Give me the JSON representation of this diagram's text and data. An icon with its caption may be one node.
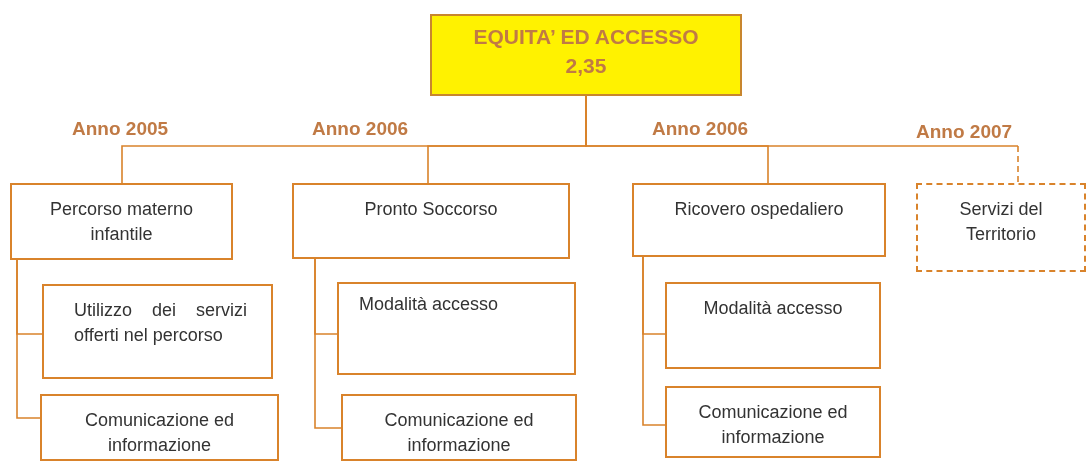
{
  "diagram": {
    "nodes": [
      {
        "text": [
          "EQUITA’ ED ACCESSO",
          "2,35"
        ]
      },
      {
        "text": [
          "Percorso materno infantile"
        ]
      },
      {
        "text": [
          "Pronto Soccorso"
        ]
      },
      {
        "text": [
          "Ricovero ospedaliero"
        ]
      },
      {
        "text": [
          "Servizi del Territorio"
        ]
      },
      {
        "text": [
          "Utilizzo dei servizi offerti nel percorso"
        ]
      },
      {
        "text": [
          "Comunicazione ed informazione"
        ]
      },
      {
        "text": [
          "Modalità accesso"
        ]
      },
      {
        "text": [
          "Comunicazione ed informazione"
        ]
      },
      {
        "text": [
          "Modalità accesso"
        ]
      },
      {
        "text": [
          "Comunicazione ed informazione"
        ]
      }
    ],
    "edges": [
      {
        "from": 0,
        "to": 1,
        "arrow": "none"
      },
      {
        "from": 0,
        "to": 2,
        "arrow": "none"
      },
      {
        "from": 0,
        "to": 3,
        "arrow": "none"
      },
      {
        "from": 0,
        "to": 4,
        "arrow": "none",
        "style": "dashed"
      },
      {
        "from": 1,
        "to": 5,
        "arrow": "none"
      },
      {
        "from": 1,
        "to": 6,
        "arrow": "none"
      },
      {
        "from": 2,
        "to": 7,
        "arrow": "none"
      },
      {
        "from": 2,
        "to": 8,
        "arrow": "none"
      },
      {
        "from": 3,
        "to": 9,
        "arrow": "none"
      },
      {
        "from": 3,
        "to": 10,
        "arrow": "none"
      }
    ],
    "labels": [
      "Anno 2005",
      "Anno 2006",
      "Anno 2006",
      "Anno 2007"
    ]
  }
}
